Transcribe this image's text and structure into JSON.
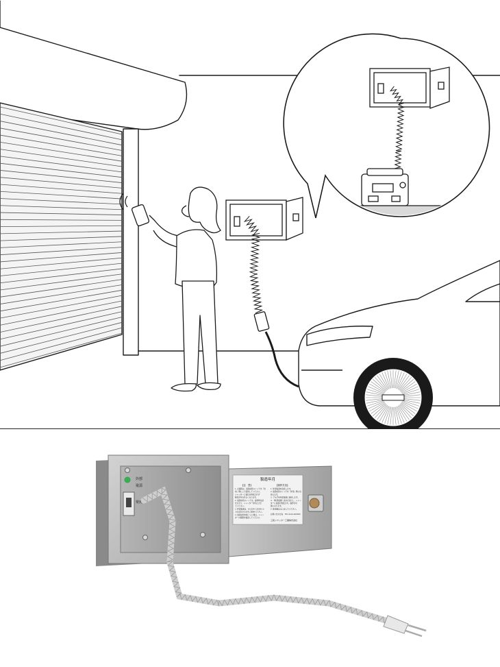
{
  "illustration": {
    "description_visible_text": "",
    "colors": {
      "line": "#1a1a1a",
      "shutter_fill": "#f4f4f4",
      "wall_fill": "#ffffff",
      "floor_shadow": "#d9d9d9"
    }
  },
  "product_photo": {
    "label_panel": {
      "title": "製造年月",
      "left_heading": "【注　意】",
      "right_heading": "【操作方法】",
      "left_lines": [
        "1. 点検時は、電源切替スイッチを「常",
        "用」側にして使用してください。",
        "シャッターに電気が供給されず",
        "動作が行われなくなります。",
        "2. 電源切替スイッチは、操作時は必",
        "ず止まり、シャッターを停止させ",
        "てください。",
        "3. 外部電源は、AC100V 1500W 以",
        "上の出力のものをご使用ください。",
        "4. 電源切替を終了した後は、シャッ",
        "ターの開閉を確認してください。"
      ],
      "right_lines": [
        "1. 外部電源を接続します。",
        "2. 電源切替スイッチを「外部」側に切",
        "替えます。",
        "3. プラグを外部電源に接続します。",
        "4. 【外部電源】表示が点灯し、シャッ",
        "ターに電源が供給され、操作が可",
        "能になります。",
        "5. 使用後は元に戻してください。"
      ],
      "contact_line": "お問い合わせ先　TEL 0120-000000",
      "maker": "三和シヤッター工業株式会社"
    },
    "switch_labels": [
      "外部",
      "電源",
      "常用"
    ],
    "colors": {
      "box_metal": "#bdbdbd",
      "box_inner": "#9e9e9e",
      "cord": "#e6e6e6",
      "indicator_green": "#3fae49",
      "lock_bronze": "#b08a5a"
    }
  }
}
